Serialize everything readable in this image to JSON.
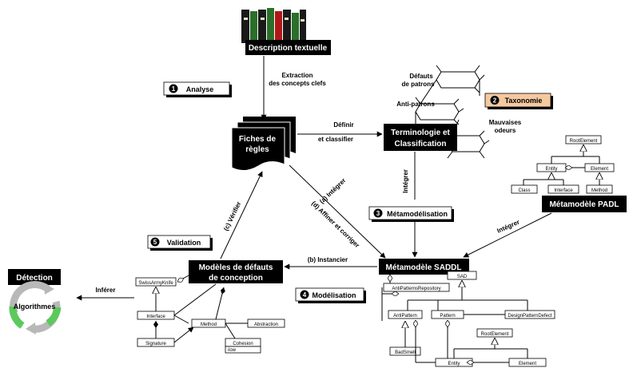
{
  "nodes": {
    "description": "Description textuelle",
    "fiches": [
      "Fiches de",
      "règles"
    ],
    "terminologie": [
      "Terminologie et",
      "Classification"
    ],
    "metamodele_saddl": "Métamodèle SADDL",
    "modeles_defauts": [
      "Modèles de défauts",
      "de conception"
    ],
    "detection": "Détection",
    "algorithmes": "Algorithmes",
    "metamodele_padl": "Métamodèle PADL"
  },
  "steps": [
    {
      "num": "1",
      "label": "Analyse"
    },
    {
      "num": "2",
      "label": "Taxonomie"
    },
    {
      "num": "3",
      "label": "Métamodélisation"
    },
    {
      "num": "4",
      "label": "Modélisation"
    },
    {
      "num": "5",
      "label": "Validation"
    }
  ],
  "edges": {
    "extraction": [
      "Extraction",
      "des concepts clefs"
    ],
    "definir": [
      "Définir",
      "et classifier"
    ],
    "integrer_vertical": "Intégrer",
    "integrer_padl": "Intégrer",
    "a_integrer": "(a) Intégrer",
    "d_affiner": "(d) Affiner et corriger",
    "c_verifier": "(c) Vérifier",
    "b_instancier": "(b) Instancier",
    "inferer": "Inférer"
  },
  "taxonomy_labels": {
    "defauts_patrons": [
      "Défauts",
      "de patrons"
    ],
    "anti_patrons": "Anti-patrons",
    "mauvaises_odeurs": [
      "Mauvaises",
      "odeurs"
    ]
  },
  "padl_uml": {
    "root": "RootElement",
    "entity": "Entity",
    "element": "Element",
    "class": "Class",
    "interface": "Interface",
    "method": "Method"
  },
  "saddl_uml": {
    "sad": "SAD",
    "repository": "AntiPatternsRepository",
    "antipattern": "AntiPattern",
    "pattern": "Pattern",
    "design_defect": "DesignPatternDefect",
    "badsmell": "BadSmell",
    "root": "RootElement",
    "entity": "Entity",
    "element": "Element"
  },
  "model_uml": {
    "swiss": "SwissArmyKnife",
    "interface": "Interface",
    "signature": "Signature",
    "method": "Method",
    "abstraction": "Abstraction",
    "cohesion": "Cohesion",
    "cohesion_attr": "-low"
  },
  "colors": {
    "node_fill": "#000000",
    "taxonomy_step_fill": "#f5c9a0",
    "cycle_gray": "#b8b8b8",
    "cycle_green": "#5cc95c"
  }
}
